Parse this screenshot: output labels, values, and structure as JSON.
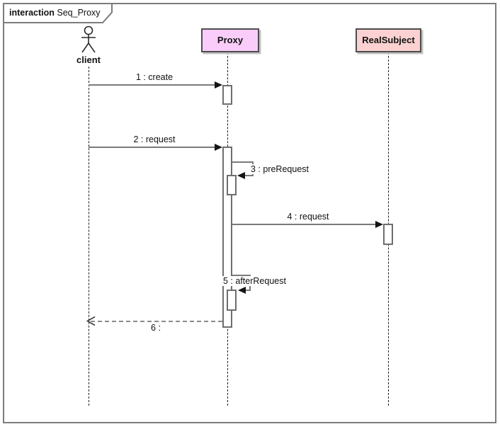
{
  "diagram": {
    "type": "uml-sequence",
    "frame": {
      "keyword": "interaction",
      "title": "Seq_Proxy"
    }
  },
  "lifelines": [
    {
      "name": "client",
      "kind": "actor"
    },
    {
      "name": "Proxy",
      "kind": "object",
      "fill": "#f9ccf9"
    },
    {
      "name": "RealSubject",
      "kind": "object",
      "fill": "#fbd1d1"
    }
  ],
  "messages": [
    {
      "label": "1 : create",
      "from": "client",
      "to": "Proxy",
      "kind": "synchronous"
    },
    {
      "label": "2 : request",
      "from": "client",
      "to": "Proxy",
      "kind": "synchronous"
    },
    {
      "label": "3 : preRequest",
      "from": "Proxy",
      "to": "Proxy",
      "kind": "self"
    },
    {
      "label": "4 : request",
      "from": "Proxy",
      "to": "RealSubject",
      "kind": "synchronous"
    },
    {
      "label": "5 : afterRequest",
      "from": "Proxy",
      "to": "Proxy",
      "kind": "self"
    },
    {
      "label": "6 :",
      "from": "Proxy",
      "to": "client",
      "kind": "return"
    }
  ],
  "colors": {
    "frame_border": "#7c7c7c",
    "message_line": "#7a7a7a",
    "arrowhead": "#151515",
    "proxy_fill": "#f9ccf9",
    "realsubject_fill": "#fbd1d1",
    "activation_fill": "#ffffff"
  }
}
